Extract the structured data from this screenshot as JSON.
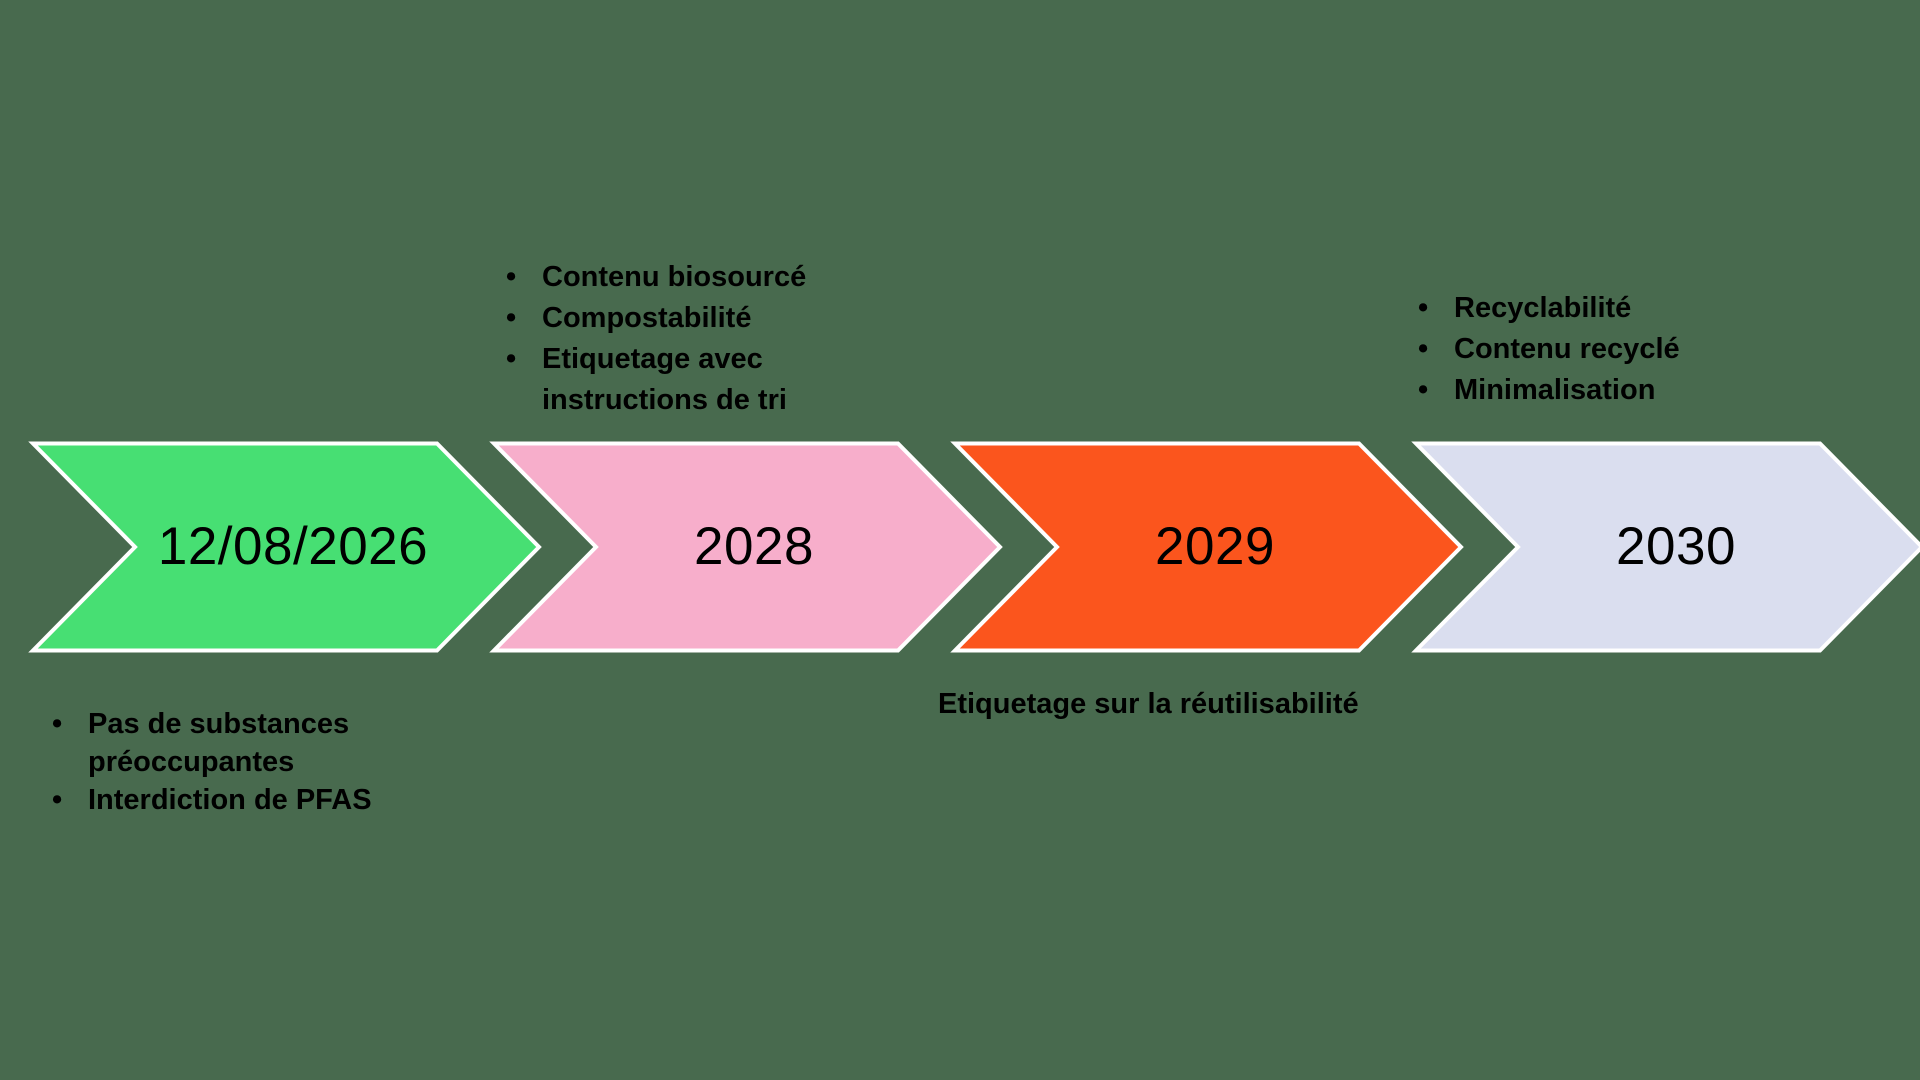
{
  "canvas": {
    "background_color": "#486A4E",
    "outline_color": "#FFFFFF",
    "text_color": "#000000",
    "bullet_char": "•"
  },
  "timeline": {
    "stages": [
      {
        "label": "12/08/2026",
        "color": "#47DF73"
      },
      {
        "label": "2028",
        "color": "#F7AECB"
      },
      {
        "label": "2029",
        "color": "#FB551D"
      },
      {
        "label": "2030",
        "color": "#DADEEF"
      }
    ]
  },
  "annotations": {
    "above_2028": {
      "items": [
        "Contenu biosourcé",
        "Compostabilité",
        "Etiquetage avec\ninstructions de tri"
      ]
    },
    "above_2030": {
      "items": [
        "Recyclabilité",
        "Contenu recyclé",
        "Minimalisation"
      ]
    },
    "below_2026": {
      "items": [
        "Pas de substances\npréoccupantes",
        "Interdiction de PFAS"
      ]
    },
    "below_2029": {
      "text": "Etiquetage sur la réutilisabilité"
    }
  }
}
